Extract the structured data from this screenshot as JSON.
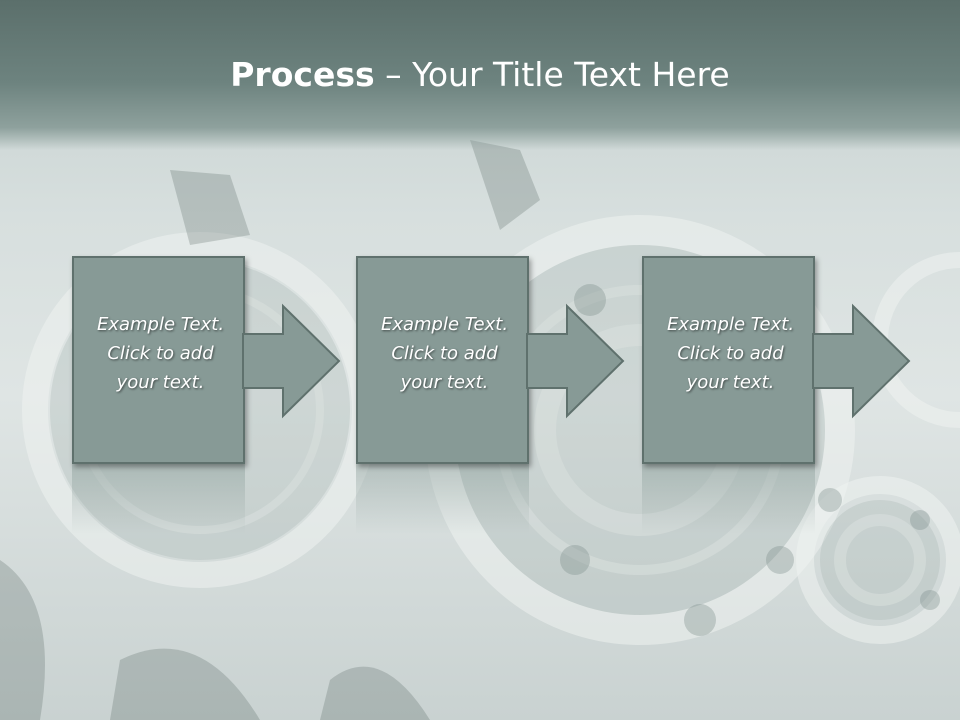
{
  "title": {
    "bold": "Process",
    "rest": " – Your Title Text Here"
  },
  "steps": [
    {
      "text": "Example Text.\nClick  to add\nyour text."
    },
    {
      "text": "Example Text.\nClick  to add\nyour text."
    },
    {
      "text": "Example Text.\nClick  to add\nyour text."
    }
  ],
  "colors": {
    "box_fill": "#879a96",
    "box_border": "#5f716d",
    "header": "#5b6f6b"
  }
}
